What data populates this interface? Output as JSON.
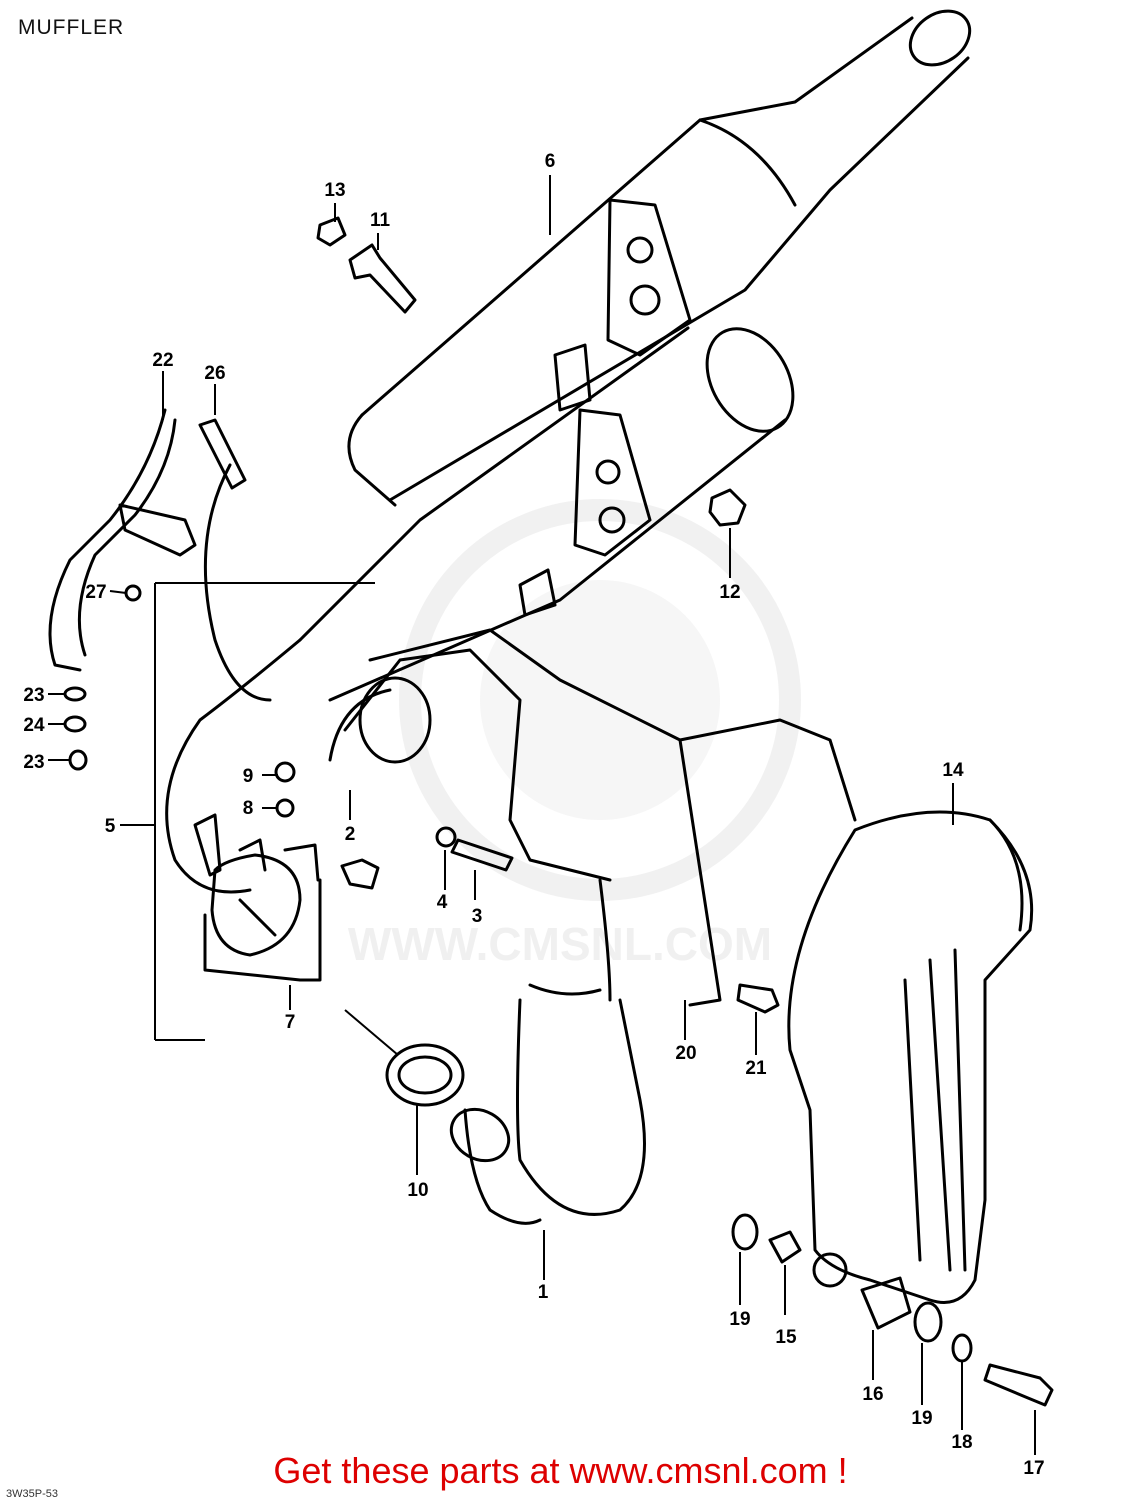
{
  "page": {
    "title": "MUFFLER",
    "footer_link": "Get these parts at www.cmsnl.com !"
  },
  "diagram": {
    "watermark": "WWW.CMSNL.COM",
    "corner_code": "3W35P-53",
    "part_numbers": [
      "1",
      "2",
      "3",
      "4",
      "5",
      "6",
      "7",
      "8",
      "9",
      "10",
      "11",
      "12",
      "13",
      "14",
      "15",
      "16",
      "17",
      "18",
      "19",
      "19",
      "20",
      "21",
      "22",
      "23",
      "24",
      "23",
      "26",
      "27"
    ]
  },
  "colors": {
    "line": "#000000",
    "footer_link": "#dd0000",
    "watermark": "#e6e6e6"
  }
}
